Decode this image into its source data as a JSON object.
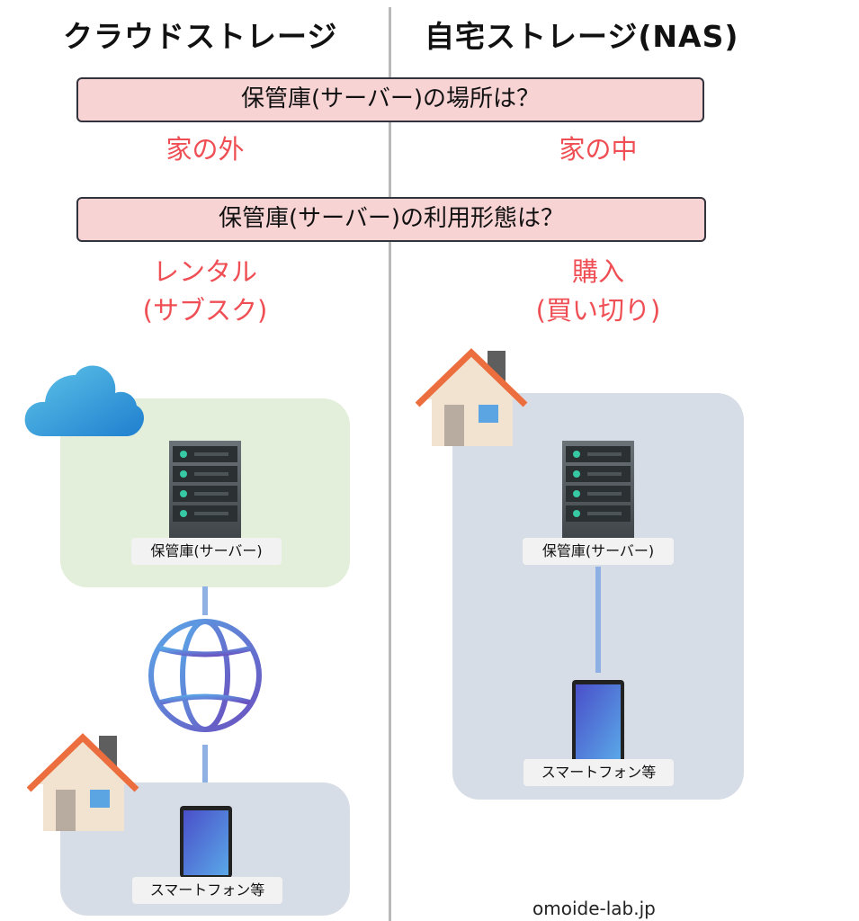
{
  "columns": {
    "left_title": "クラウドストレージ",
    "right_title": "自宅ストレージ(NAS)"
  },
  "questions": {
    "location": "保管庫(サーバー)の場所は？",
    "usage": "保管庫(サーバー)の利用形態は？"
  },
  "answers": {
    "left_location": "家の外",
    "right_location": "家の中",
    "left_usage_line1": "レンタル",
    "left_usage_line2": "(サブスク)",
    "right_usage_line1": "購入",
    "right_usage_line2": "(買い切り)"
  },
  "labels": {
    "server": "保管庫(サーバー)",
    "smartphone": "スマートフォン等"
  },
  "footer": "omoide-lab.jp",
  "colors": {
    "question_fill": "#f7d3d4",
    "answer_text": "#ef4f54",
    "cloud_zone": "#e3efda",
    "home_zone": "#d7dde6",
    "connector": "#8fb0e2",
    "roof": "#ec6d3e",
    "server_led": "#36c9a4"
  }
}
